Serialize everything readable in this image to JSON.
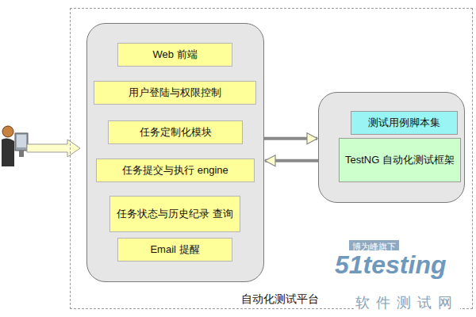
{
  "diagram": {
    "nodes": [
      {
        "text": [
          "自动化测试平台"
        ]
      },
      {
        "text": [],
        "in": 0
      },
      {
        "text": [
          "Web 前端"
        ],
        "in": 1
      },
      {
        "text": [
          "用户登陆与权限控制"
        ],
        "in": 1
      },
      {
        "text": [
          "任务定制化模块"
        ],
        "in": 1
      },
      {
        "text": [
          "任务提交与执行 engine"
        ],
        "in": 1
      },
      {
        "text": [
          "任务状态与历史纪录 查询"
        ],
        "in": 1
      },
      {
        "text": [
          "Email 提醒"
        ],
        "in": 1
      },
      {
        "text": [],
        "in": 0
      },
      {
        "text": [
          "测试用例脚本集"
        ],
        "in": 8
      },
      {
        "text": [
          "TestNG 自动化测试框架"
        ],
        "in": 8
      }
    ],
    "edges": [
      {
        "from": 1,
        "to": 8,
        "arrow": "to"
      },
      {
        "from": 8,
        "to": 1,
        "arrow": "to"
      }
    ],
    "labels": [
      "博为峰旗下",
      "51testing",
      "软件测试网"
    ]
  }
}
